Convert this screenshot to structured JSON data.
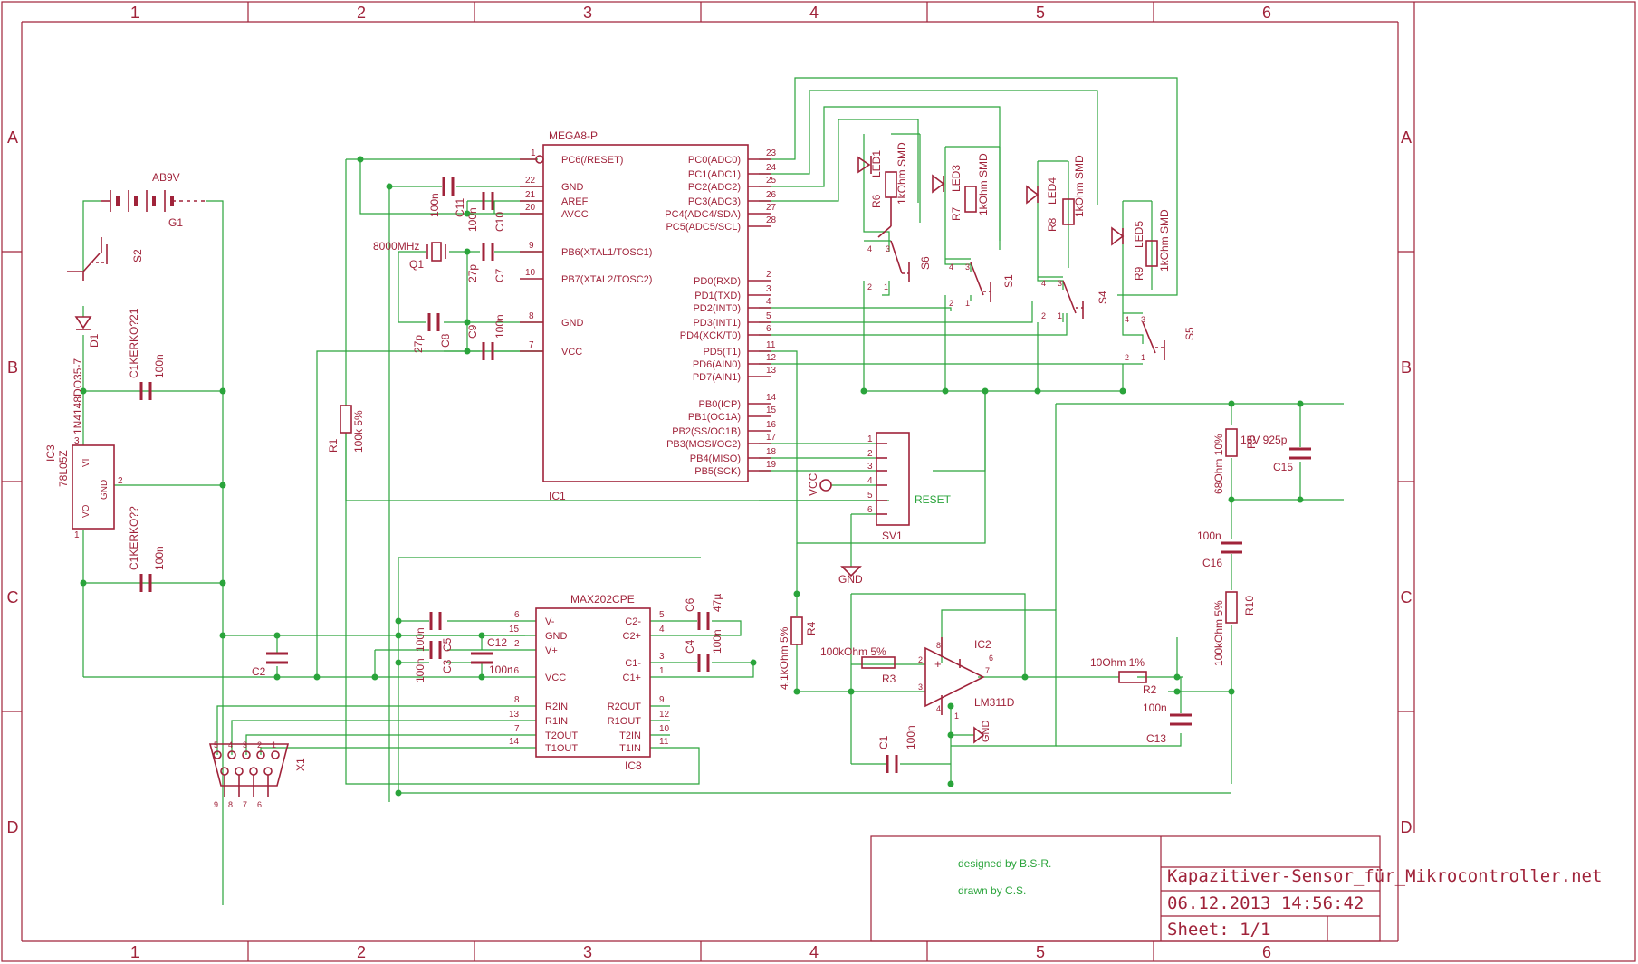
{
  "colors": {
    "frame": "#a0233a",
    "wire": "#2aa43b",
    "part": "#a0233a",
    "text": "#a0233a",
    "credit": "#2aa43b"
  },
  "frame": {
    "columns": [
      "1",
      "2",
      "3",
      "4",
      "5",
      "6"
    ],
    "rows": [
      "A",
      "B",
      "C",
      "D"
    ]
  },
  "title_block": {
    "designed": "designed by B.S-R.",
    "drawn": "drawn by C.S.",
    "project": "Kapazitiver-Sensor_für_Mikrocontroller.net",
    "date": "06.12.2013 14:56:42",
    "sheet": "Sheet: 1/1"
  },
  "parts": {
    "battery": {
      "value": "AB9V",
      "name": "G1"
    },
    "s2": "S2",
    "d1": {
      "name": "D1",
      "value": "1N4148DO35-7"
    },
    "c_top": {
      "value": "100n",
      "name": "C1KERKO?21"
    },
    "c_bot": {
      "value": "100n",
      "name": "C1KERKO??"
    },
    "ic3": {
      "name": "IC3",
      "value": "78L05Z",
      "vi": "VI",
      "gnd": "GND",
      "vo": "VO",
      "p3": "3",
      "p2": "2",
      "p1": "1"
    },
    "r1": {
      "name": "R1",
      "value": "100k 5%"
    },
    "c2": "C2",
    "x1": "X1",
    "x1_pins_top": [
      "5",
      "4",
      "3",
      "2",
      "1"
    ],
    "x1_pins_bot": [
      "9",
      "8",
      "7",
      "6"
    ],
    "mega": {
      "name": "MEGA8-P",
      "ref": "IC1",
      "left": [
        {
          "pin": "1",
          "label": "PC6(/RESET)"
        },
        {
          "pin": "22",
          "label": "GND"
        },
        {
          "pin": "21",
          "label": "AREF"
        },
        {
          "pin": "20",
          "label": "AVCC"
        },
        {
          "pin": "9",
          "label": "PB6(XTAL1/TOSC1)"
        },
        {
          "pin": "10",
          "label": "PB7(XTAL2/TOSC2)"
        },
        {
          "pin": "8",
          "label": "GND"
        },
        {
          "pin": "7",
          "label": "VCC"
        }
      ],
      "right": [
        {
          "pin": "23",
          "label": "PC0(ADC0)"
        },
        {
          "pin": "24",
          "label": "PC1(ADC1)"
        },
        {
          "pin": "25",
          "label": "PC2(ADC2)"
        },
        {
          "pin": "26",
          "label": "PC3(ADC3)"
        },
        {
          "pin": "27",
          "label": "PC4(ADC4/SDA)"
        },
        {
          "pin": "28",
          "label": "PC5(ADC5/SCL)"
        },
        {
          "pin": "2",
          "label": "PD0(RXD)"
        },
        {
          "pin": "3",
          "label": "PD1(TXD)"
        },
        {
          "pin": "4",
          "label": "PD2(INT0)"
        },
        {
          "pin": "5",
          "label": "PD3(INT1)"
        },
        {
          "pin": "6",
          "label": "PD4(XCK/T0)"
        },
        {
          "pin": "11",
          "label": "PD5(T1)"
        },
        {
          "pin": "12",
          "label": "PD6(AIN0)"
        },
        {
          "pin": "13",
          "label": "PD7(AIN1)"
        },
        {
          "pin": "14",
          "label": "PB0(ICP)"
        },
        {
          "pin": "15",
          "label": "PB1(OC1A)"
        },
        {
          "pin": "16",
          "label": "PB2(SS/OC1B)"
        },
        {
          "pin": "17",
          "label": "PB3(MOSI/OC2)"
        },
        {
          "pin": "18",
          "label": "PB4(MISO)"
        },
        {
          "pin": "19",
          "label": "PB5(SCK)"
        }
      ]
    },
    "c11": {
      "name": "C11",
      "value": "100n"
    },
    "c10": {
      "name": "C10",
      "value": "100n"
    },
    "q1": {
      "name": "Q1",
      "value": "8000MHz"
    },
    "c7": {
      "name": "C7",
      "value": "27p"
    },
    "c8": {
      "name": "C8",
      "value": "27p"
    },
    "c9": {
      "name": "C9",
      "value": "100n"
    },
    "leds": [
      {
        "led": "LED1",
        "r": "R6",
        "rv": "1kOhm SMD",
        "s": "S6"
      },
      {
        "led": "LED3",
        "r": "R7",
        "rv": "1kOhm SMD",
        "s": "S1"
      },
      {
        "led": "LED4",
        "r": "R8",
        "rv": "1kOhm SMD",
        "s": "S4"
      },
      {
        "led": "LED5",
        "r": "R9",
        "rv": "1kOhm SMD",
        "s": "S5"
      }
    ],
    "sw_pins": [
      "4",
      "3",
      "2",
      "1"
    ],
    "sv1": {
      "name": "SV1",
      "reset": "RESET",
      "vcc": "VCC",
      "pins": [
        "1",
        "2",
        "3",
        "4",
        "5",
        "6"
      ]
    },
    "gnd": "GND",
    "max": {
      "name": "MAX202CPE",
      "ref": "IC8",
      "left": [
        {
          "pin": "6",
          "label": "V-"
        },
        {
          "pin": "15",
          "label": "GND"
        },
        {
          "pin": "2",
          "label": "V+"
        },
        {
          "pin": "16",
          "label": "VCC"
        },
        {
          "pin": "8",
          "label": "R2IN"
        },
        {
          "pin": "13",
          "label": "R1IN"
        },
        {
          "pin": "7",
          "label": "T2OUT"
        },
        {
          "pin": "14",
          "label": "T1OUT"
        }
      ],
      "right": [
        {
          "pin": "5",
          "label": "C2-"
        },
        {
          "pin": "4",
          "label": "C2+"
        },
        {
          "pin": "3",
          "label": "C1-"
        },
        {
          "pin": "1",
          "label": "C1+"
        },
        {
          "pin": "9",
          "label": "R2OUT"
        },
        {
          "pin": "12",
          "label": "R1OUT"
        },
        {
          "pin": "10",
          "label": "T2IN"
        },
        {
          "pin": "11",
          "label": "T1IN"
        }
      ]
    },
    "c5": {
      "name": "C5",
      "value": "100n"
    },
    "c3": {
      "name": "C3",
      "value": "100n"
    },
    "c12": {
      "name": "C12",
      "value": "100n"
    },
    "c6": {
      "name": "C6",
      "value": "47µ"
    },
    "c4": {
      "name": "C4",
      "value": "100n"
    },
    "r4": {
      "name": "R4",
      "value": "4,1kOhm 5%"
    },
    "r3": {
      "name": "R3",
      "value": "100kOhm 5%"
    },
    "lm": {
      "name": "IC2",
      "value": "LM311D",
      "pins": [
        "8",
        "2",
        "6",
        "7",
        "3",
        "4",
        "1"
      ],
      "plus": "+",
      "minus": "-"
    },
    "c1": {
      "name": "C1",
      "value": "100n"
    },
    "r2": {
      "name": "R2",
      "value": "10Ohm 1%"
    },
    "c13": {
      "name": "C13",
      "value": "100n"
    },
    "r5": {
      "name": "R5",
      "value": "68Ohm 10%"
    },
    "c15": {
      "name": "C15",
      "value": "16V 925p"
    },
    "c16": {
      "name": "C16",
      "value": "100n"
    },
    "r10": {
      "name": "R10",
      "value": "100kOhm 5%"
    }
  }
}
